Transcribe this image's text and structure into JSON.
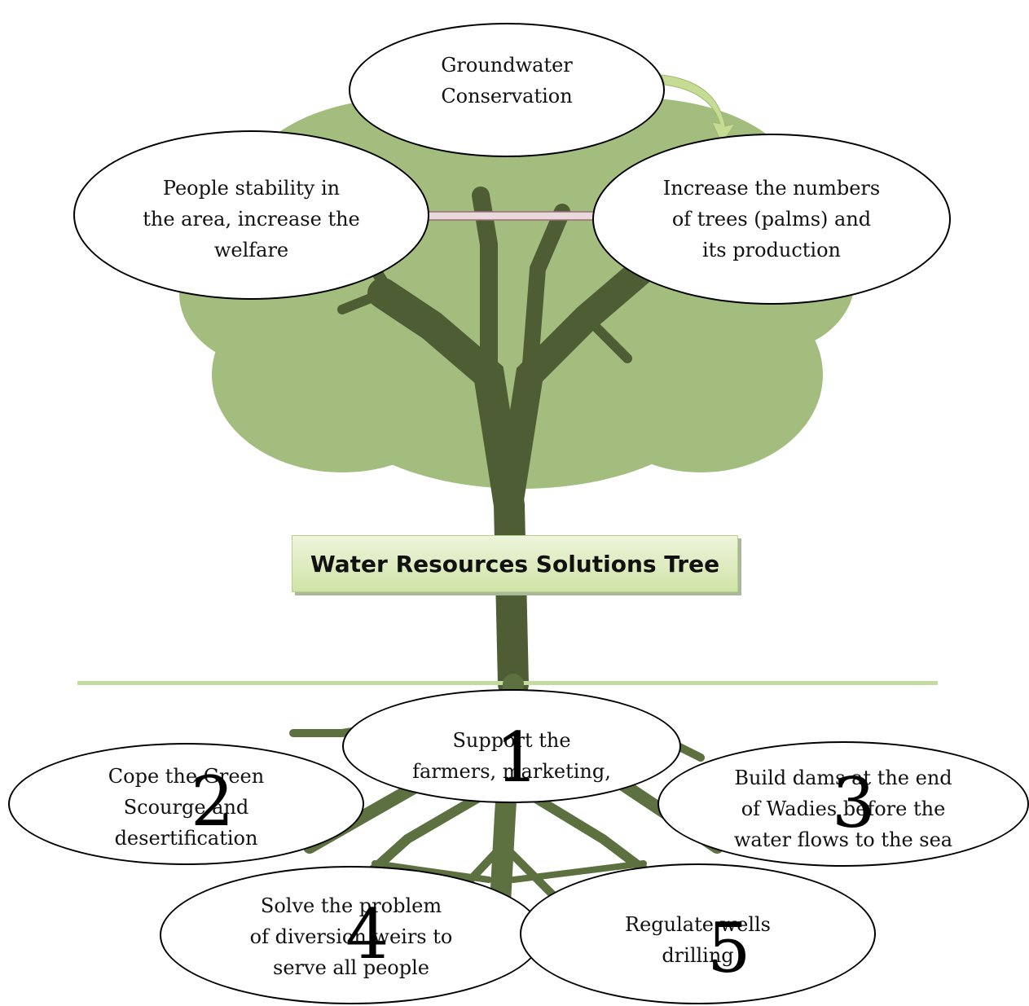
{
  "diagram": {
    "title": "Water Resources Solutions Tree",
    "colors": {
      "foliage": "#a3bd7e",
      "trunk": "#4f5d35",
      "roots": "#5c7040",
      "ground_line": "#c4dba0",
      "title_bg": "#d9e8b8"
    },
    "outcomes": [
      {
        "id": "groundwater",
        "lines": [
          "Groundwater",
          "Conservation"
        ]
      },
      {
        "id": "trees",
        "lines": [
          "Increase the numbers",
          "of trees (palms) and",
          "its production"
        ]
      },
      {
        "id": "stability",
        "lines": [
          "People stability in",
          "the area, increase the",
          "welfare"
        ]
      }
    ],
    "solutions": [
      {
        "number": "1",
        "lines": [
          "Support the",
          "farmers, marketing,"
        ]
      },
      {
        "number": "2",
        "lines": [
          "Cope the Green",
          "Scourge and",
          "desertification"
        ]
      },
      {
        "number": "3",
        "lines": [
          "Build dams at the end",
          "of Wadies before the",
          "water flows to the sea"
        ]
      },
      {
        "number": "4",
        "lines": [
          "Solve the problem",
          "of diversion weirs to",
          "serve all people"
        ]
      },
      {
        "number": "5",
        "lines": [
          "Regulate wells",
          "drilling"
        ]
      }
    ]
  }
}
